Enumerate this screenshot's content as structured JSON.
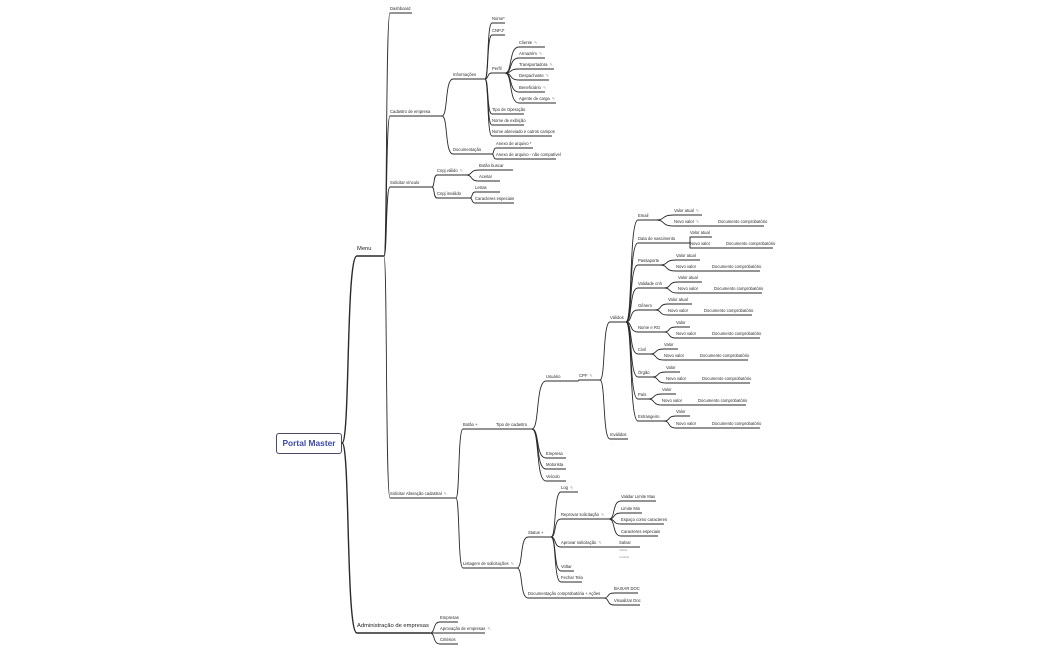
{
  "root": {
    "label": "Portal Master"
  },
  "nodes": {
    "menu": "Menu",
    "admin": "Administração de empresas",
    "dashboard": "Dashboard",
    "cadastro": "Cadastro de empresa",
    "solicitar_vinculo": "Solicitar vínculo",
    "solicitar_alteracao": "Solicitar Alteração cadastral",
    "informacoes": "Informações",
    "documentacao": "Documentação",
    "nome": "Nome*",
    "cnpj": "CNPJ*",
    "perfil": "Perfil",
    "perfis": [
      "Cliente",
      "Armazém",
      "Transportadora",
      "Despachante",
      "Beneficiário",
      "Agente de carga"
    ],
    "tipo_operacao": "Tipo de Operação",
    "nome_exibicao": "Nome de exibição",
    "nome_abreviado": "Nome abreviado e outros campos",
    "anexo_arquivo": "Anexo de arquivo *",
    "anexo_invalido": "Anexo de arquivo - não compatível",
    "cnpj_valido": "Cnpj válido",
    "cnpj_invalido": "Cnpj inválido",
    "botao_buscar": "Botão buscar",
    "aceitar": "Aceitar",
    "letras": "Letras",
    "caracteres_especiais": "Caracteres especiais",
    "botao_plus": "Botão +",
    "tipo_cadastro": "Tipo de cadastro",
    "usuario": "Usuário",
    "cpf": "CPF",
    "validos": "Válidos",
    "invalidos": "Inválidos",
    "invalidos_note": "...",
    "empresa": "Empresa",
    "motorista": "Motorista",
    "veiculo": "Veículo",
    "campos": [
      "Email",
      "Data de nascimento",
      "Passaporte",
      "Validade cnh",
      "Gênero",
      "Nome e RG",
      "Civil",
      "Órgão",
      "País",
      "Estrangeiro"
    ],
    "valor_atual": "Valor atual",
    "novo_valor": "Novo valor",
    "valor": "Valor",
    "documento": "Documento comprobatório",
    "listagem": "Listagem de solicitações",
    "status_plus": "Status +",
    "log": "Log",
    "reprovar": "Reprovar solicitação",
    "aprovar": "Aprovar solicitação",
    "voltar": "Voltar",
    "fechar_tela": "Fechar Tela",
    "documentacao_acoes": "Documentação comprobatória + Ações",
    "validar_limite": "Validar Limite Max",
    "limite_min": "Limite Min",
    "espaco_caracteres": "Espaço como caracteres",
    "caracteres_especiais2": "Caracteres especiais",
    "salvar": "Salvar",
    "salvar_sub1": "Válido",
    "salvar_sub2": "Inválido",
    "baixar": "BAIXAR DOC",
    "visualizar": "Visualizar Doc",
    "empresas": "Empresas",
    "aprovacao": "Aprovação de empresas",
    "criterios": "Critérios"
  }
}
